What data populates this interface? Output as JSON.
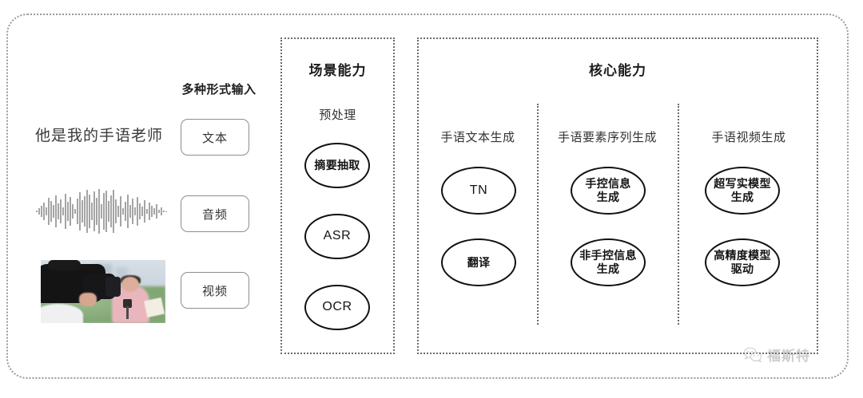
{
  "diagram": {
    "left_panel": {
      "multi_input_label": "多种形式输入",
      "sample_sentence": "他是我的手语老师",
      "modalities": [
        {
          "label": "文本",
          "icon": "text-icon"
        },
        {
          "label": "音频",
          "icon": "audio-waveform-icon"
        },
        {
          "label": "视频",
          "icon": "video-thumbnail-icon"
        }
      ]
    },
    "scene_panel": {
      "title": "场景能力",
      "groups": [
        {
          "heading": "预处理",
          "nodes": [
            {
              "label": "摘要抽取",
              "script": "cjk"
            },
            {
              "label": "ASR",
              "script": "latin"
            },
            {
              "label": "OCR",
              "script": "latin"
            }
          ]
        }
      ]
    },
    "core_panel": {
      "title": "核心能力",
      "groups": [
        {
          "heading": "手语文本生成",
          "nodes": [
            {
              "label": "TN",
              "script": "latin"
            },
            {
              "label": "翻译",
              "script": "cjk"
            }
          ]
        },
        {
          "heading": "手语要素序列生成",
          "nodes": [
            {
              "label": "手控信息\n生成",
              "script": "cjk"
            },
            {
              "label": "非手控信息\n生成",
              "script": "cjk"
            }
          ]
        },
        {
          "heading": "手语视频生成",
          "nodes": [
            {
              "label": "超写实模型\n生成",
              "script": "cjk"
            },
            {
              "label": "高精度模型\n驱动",
              "script": "cjk"
            }
          ]
        }
      ]
    },
    "watermark": {
      "text": "福斯特",
      "icon": "wechat-icon"
    },
    "colors": {
      "frame_border": "#9a9a9a",
      "panel_border": "#6b6b6b",
      "node_border": "#111111",
      "text": "#2b2b2b",
      "modality_box_border": "#8d8d8d",
      "watermark": "#8f8f8f",
      "background": "#ffffff"
    }
  }
}
